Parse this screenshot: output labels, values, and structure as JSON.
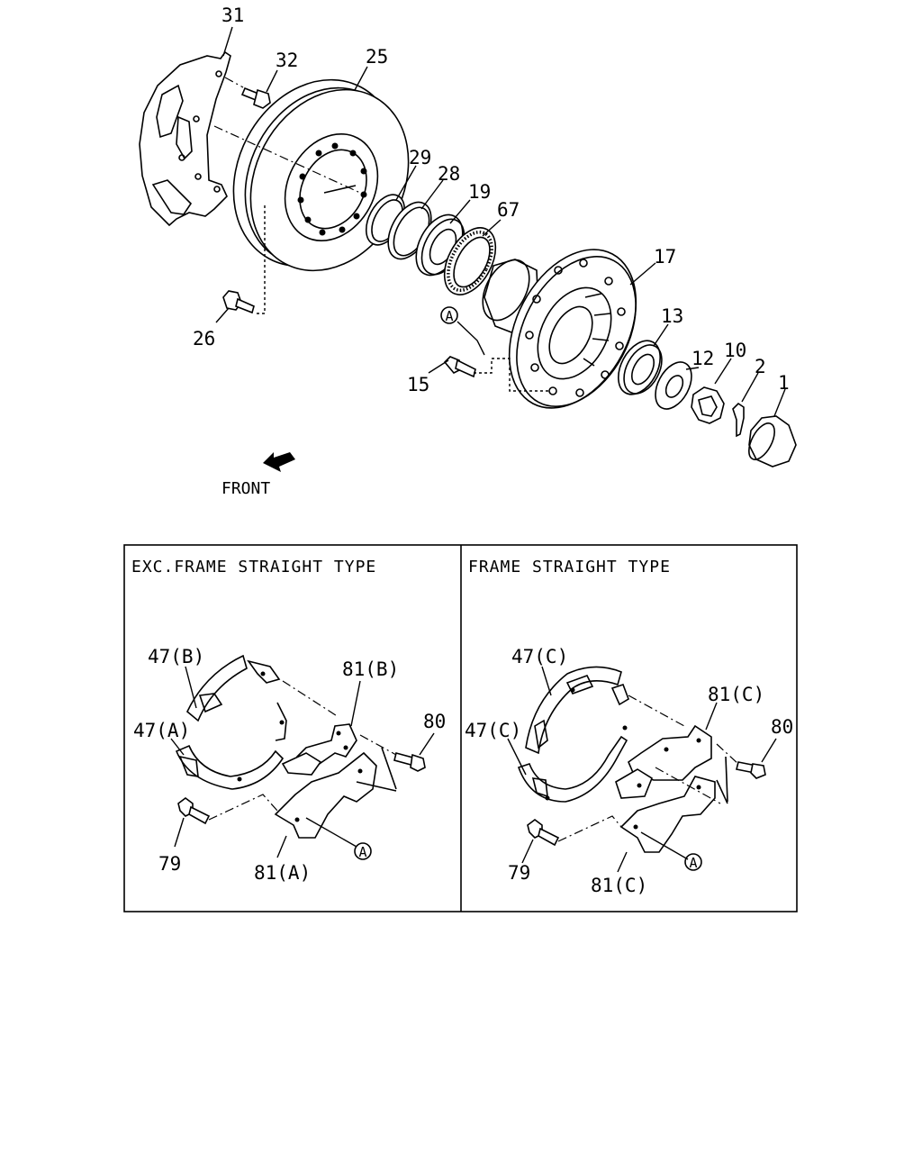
{
  "callouts": {
    "c31": "31",
    "c32": "32",
    "c25": "25",
    "c29": "29",
    "c28": "28",
    "c19": "19",
    "c67": "67",
    "c17": "17",
    "c13": "13",
    "c12": "12",
    "c10": "10",
    "c2": "2",
    "c1": "1",
    "c26": "26",
    "c15": "15"
  },
  "ref_marker": "A",
  "front_label": "FRONT",
  "panels": {
    "left": {
      "title": "EXC.FRAME STRAIGHT TYPE",
      "labels": {
        "p47b": "47(B)",
        "p47a": "47(A)",
        "p81b": "81(B)",
        "p80": "80",
        "p79": "79",
        "p81a": "81(A)"
      }
    },
    "right": {
      "title": "FRAME STRAIGHT TYPE",
      "labels": {
        "p47c_top": "47(C)",
        "p47c_left": "47(C)",
        "p81c_top": "81(C)",
        "p80": "80",
        "p79": "79",
        "p81c_bottom": "81(C)"
      }
    }
  }
}
